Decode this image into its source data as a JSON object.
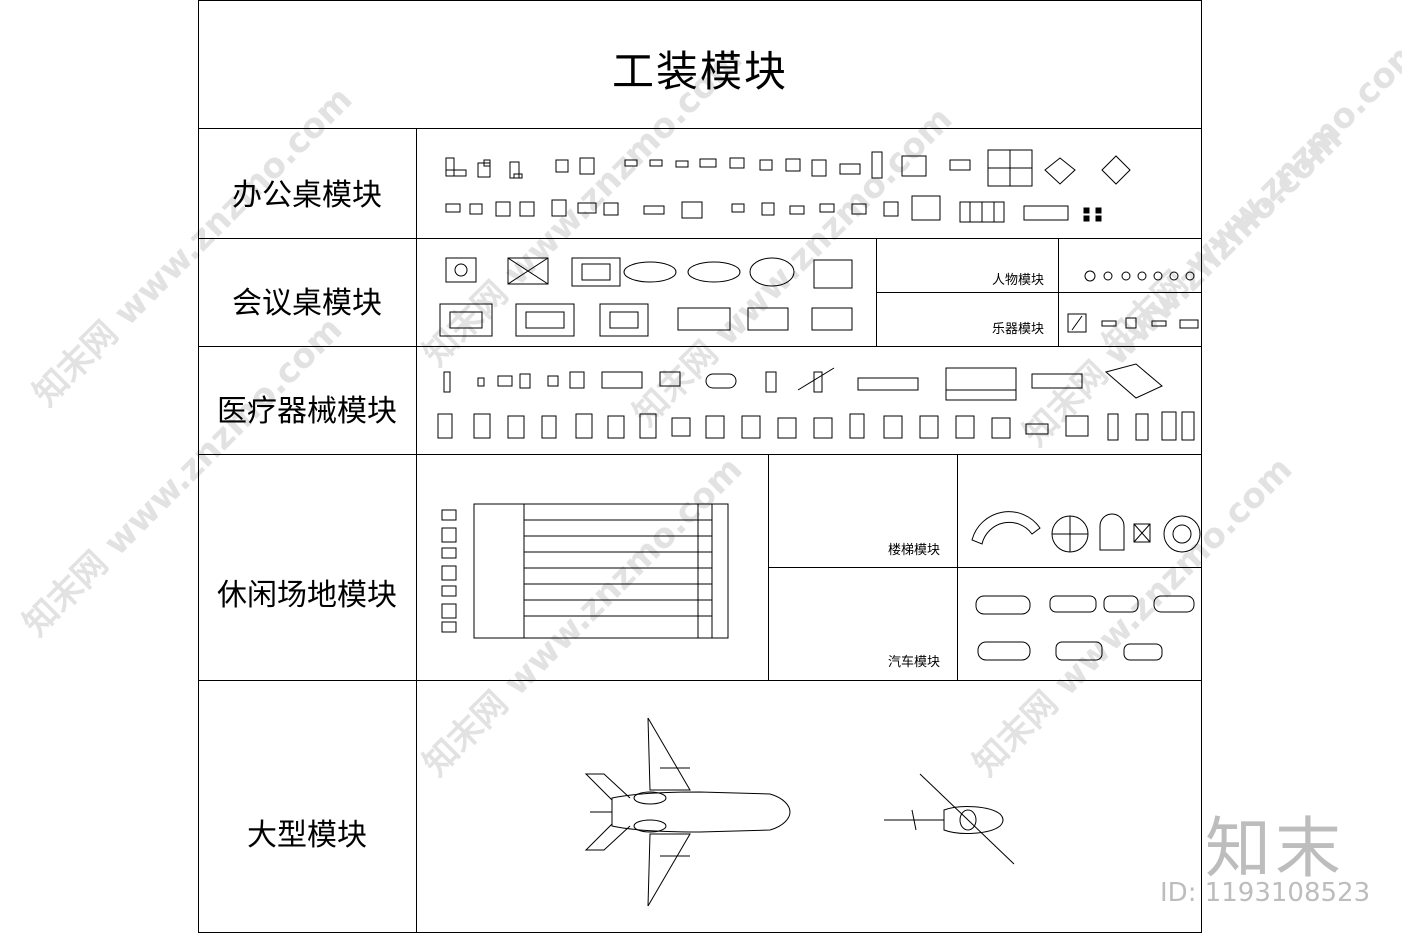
{
  "title": "工装模块",
  "rows": [
    {
      "label": "办公桌模块"
    },
    {
      "label": "会议桌模块"
    },
    {
      "label": "医疗器械模块"
    },
    {
      "label": "休闲场地模块"
    },
    {
      "label": "大型模块"
    }
  ],
  "sub_labels": {
    "people": "人物模块",
    "instruments": "乐器模块",
    "stairs": "楼梯模块",
    "cars": "汽车模块"
  },
  "brand": {
    "name": "知末",
    "id": "ID: 1193108523"
  },
  "watermark": {
    "text": "知末网 www.znzmo.com"
  }
}
